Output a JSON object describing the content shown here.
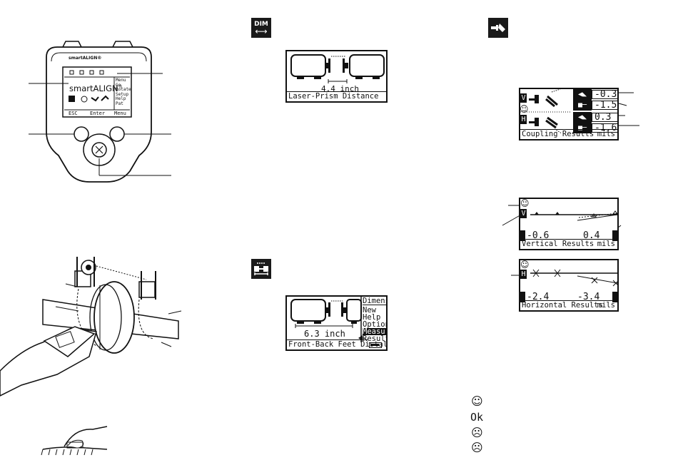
{
  "device": {
    "brand_small": "smartALIGN®",
    "brand_large": "smartALIGN",
    "brand_reg": "®",
    "menu_items": [
      "Menu",
      "Go",
      "Rotate",
      "Setup",
      "Help",
      "Pat"
    ],
    "softkeys": [
      "ESC",
      "Enter",
      "Menu"
    ]
  },
  "dim_screen": {
    "icon_label": "DIM",
    "distance_value": "4.4 inch",
    "title": "Laser-Prism Distance"
  },
  "feet_screen": {
    "distance_value": "6.3 inch",
    "title": "Front-Back Feet Distal",
    "menu_items": [
      "Dimensi",
      "New",
      "Help",
      "Options",
      "Measu",
      "Result"
    ]
  },
  "coupling_screen": {
    "title": "Coupling Results",
    "unit": "mils",
    "vertical_label": "V",
    "horizontal_label": "H",
    "values": [
      "-0.3",
      "-1.5",
      "0.3",
      "-1.6"
    ]
  },
  "vertical_screen": {
    "title": "Vertical Results",
    "unit": "mils",
    "label": "V",
    "front_value": "-0.6",
    "back_value": "0.4"
  },
  "horizontal_screen": {
    "title": "Horizontal Results",
    "unit": "mils",
    "label": "H",
    "front_value": "-2.4",
    "back_value": "-3.4"
  },
  "legend": {
    "ok_label": "Ok"
  }
}
